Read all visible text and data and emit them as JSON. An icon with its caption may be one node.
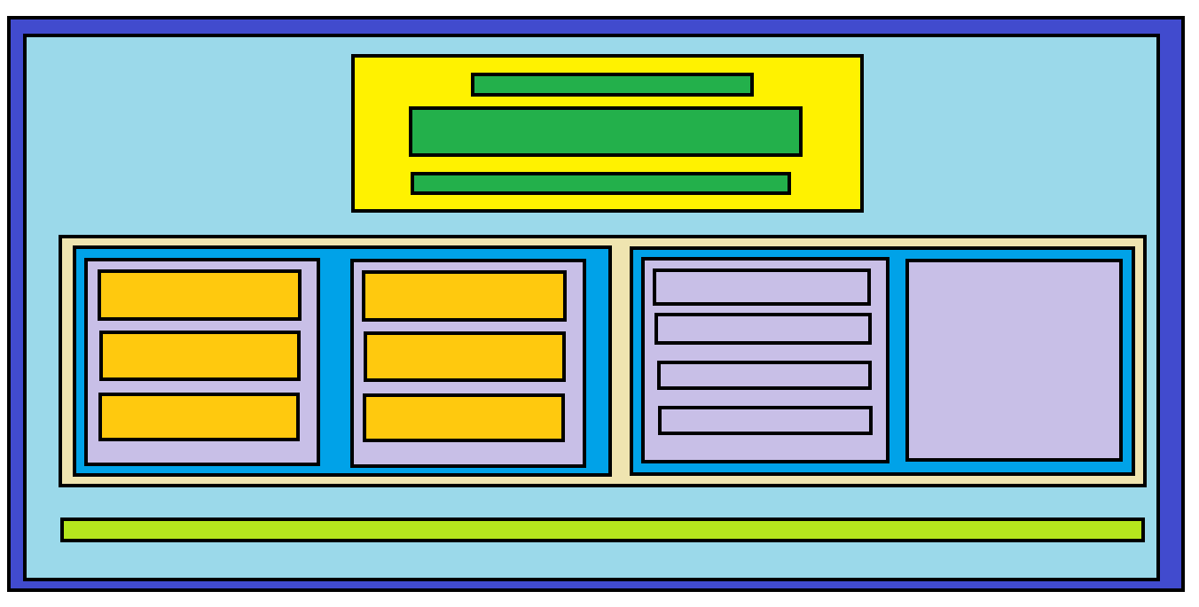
{
  "diagram": {
    "nodes": [
      {
        "text": [],
        "shape": "box"
      },
      {
        "text": [],
        "shape": "box",
        "in": 0
      },
      {
        "text": [],
        "shape": "box",
        "in": 1
      },
      {
        "text": [],
        "shape": "box",
        "in": 2
      },
      {
        "text": [],
        "shape": "box",
        "in": 2
      },
      {
        "text": [],
        "shape": "box",
        "in": 2
      },
      {
        "text": [],
        "shape": "box",
        "in": 1
      },
      {
        "text": [],
        "shape": "box",
        "in": 6
      },
      {
        "text": [],
        "shape": "box",
        "in": 7
      },
      {
        "text": [],
        "shape": "box",
        "in": 8
      },
      {
        "text": [],
        "shape": "box",
        "in": 8
      },
      {
        "text": [],
        "shape": "box",
        "in": 8
      },
      {
        "text": [],
        "shape": "box",
        "in": 7
      },
      {
        "text": [],
        "shape": "box",
        "in": 12
      },
      {
        "text": [],
        "shape": "box",
        "in": 12
      },
      {
        "text": [],
        "shape": "box",
        "in": 12
      },
      {
        "text": [],
        "shape": "box",
        "in": 6
      },
      {
        "text": [],
        "shape": "box",
        "in": 16
      },
      {
        "text": [],
        "shape": "box",
        "in": 17
      },
      {
        "text": [],
        "shape": "box",
        "in": 17
      },
      {
        "text": [],
        "shape": "box",
        "in": 17
      },
      {
        "text": [],
        "shape": "box",
        "in": 17
      },
      {
        "text": [],
        "shape": "box",
        "in": 16
      },
      {
        "text": [],
        "shape": "box",
        "in": 1
      }
    ]
  }
}
